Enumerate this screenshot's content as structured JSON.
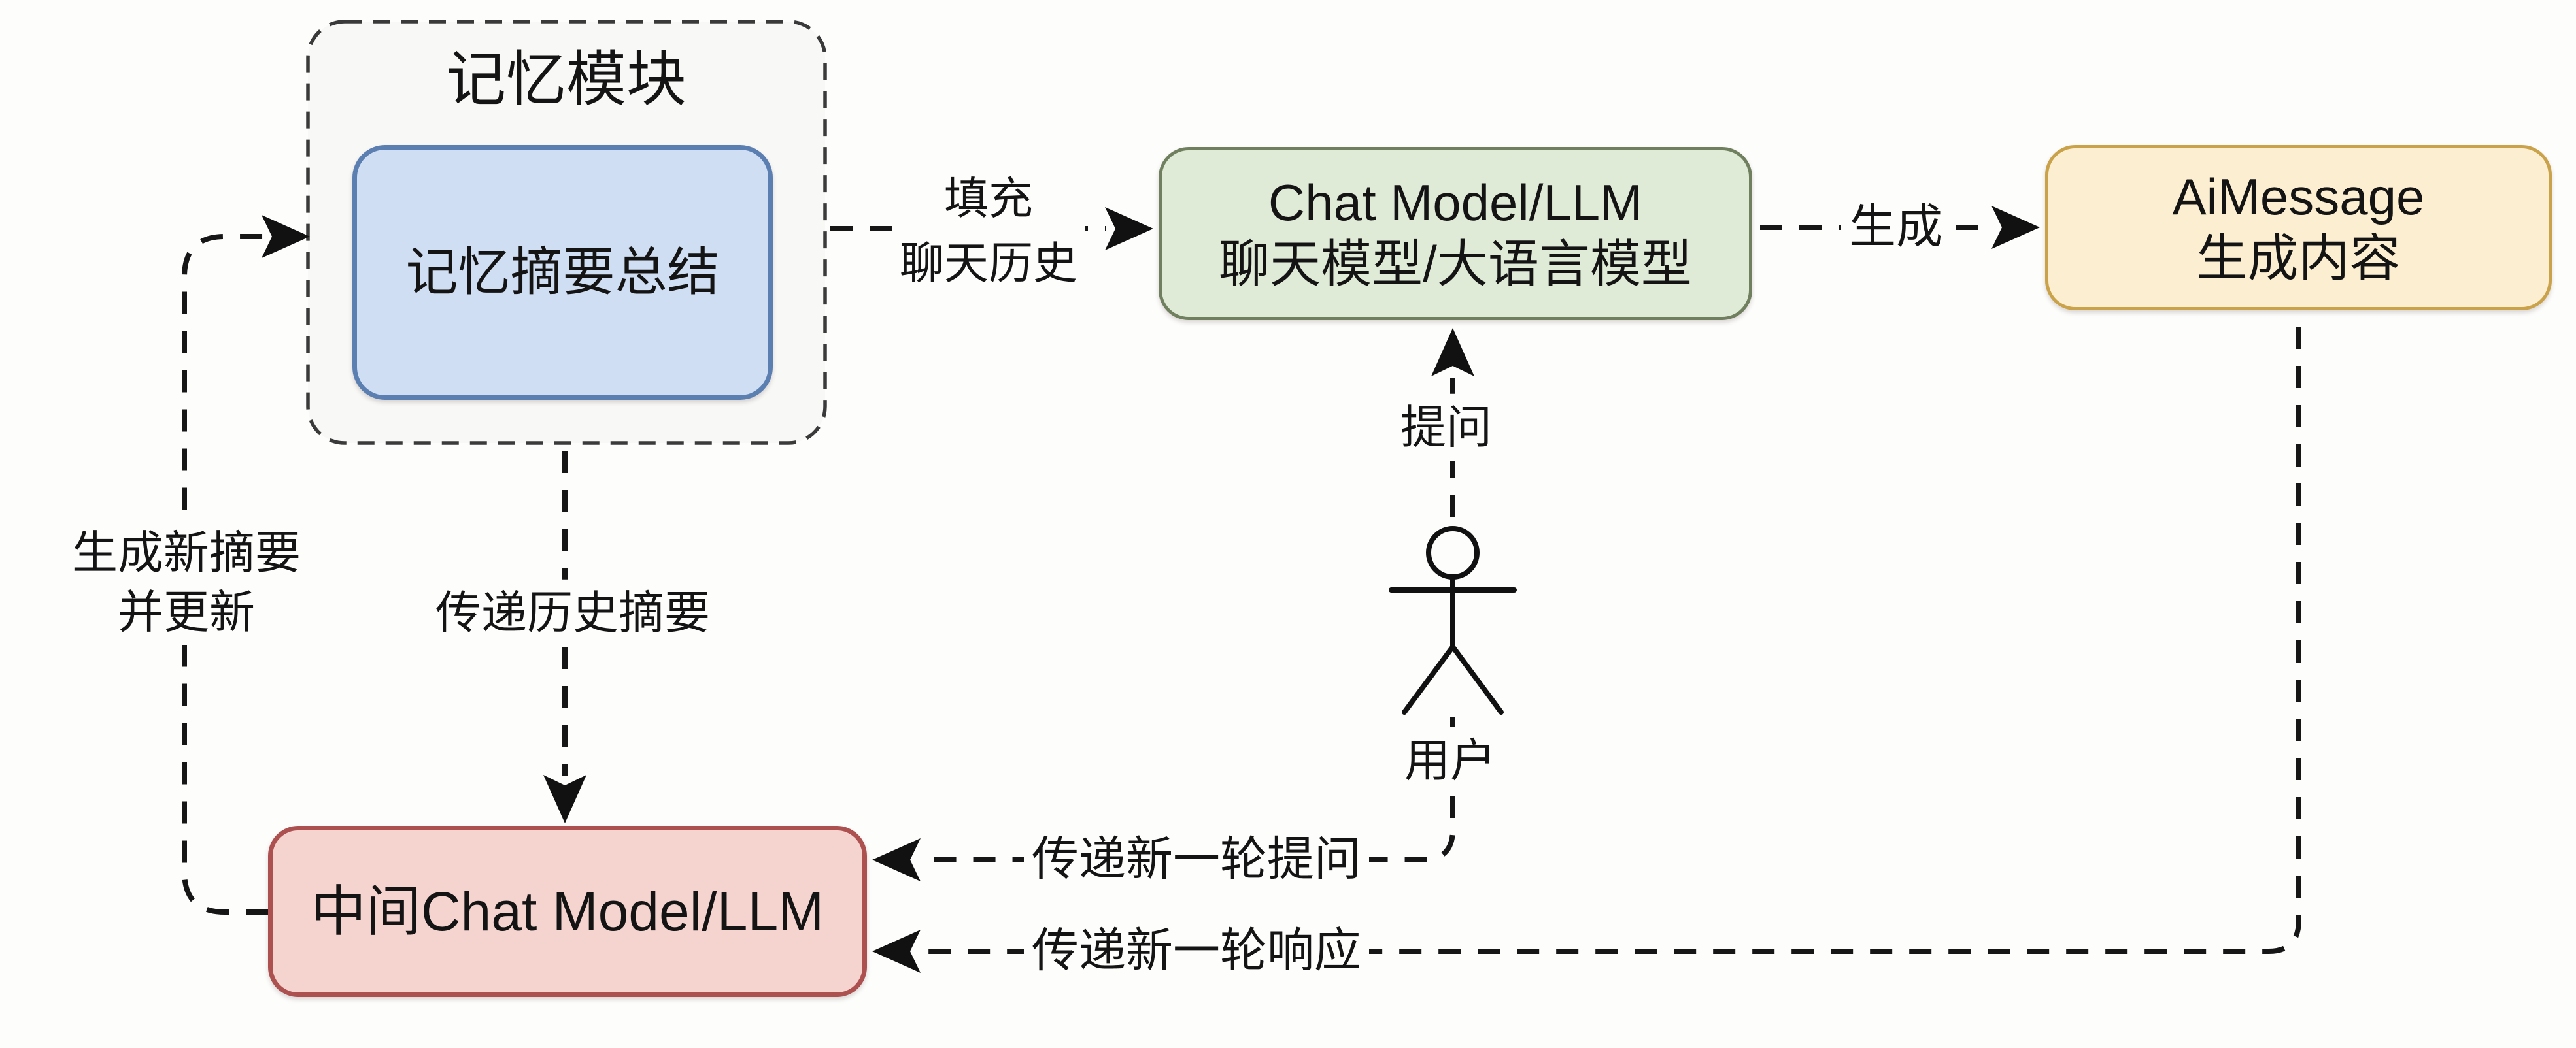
{
  "memory_module": {
    "title": "记忆模块",
    "summary_box_label": "记忆摘要总结"
  },
  "chat_model_box": {
    "line1": "Chat Model/LLM",
    "line2": "聊天模型/大语言模型"
  },
  "ai_message_box": {
    "line1": "AiMessage",
    "line2": "生成内容"
  },
  "intermediate_model_box": {
    "label": "中间Chat Model/LLM"
  },
  "user_actor": {
    "label": "用户"
  },
  "edge_labels": {
    "fill_chat_history": {
      "line1": "填充",
      "line2": "聊天历史"
    },
    "generate": "生成",
    "ask": "提问",
    "pass_history_summary": "传递历史摘要",
    "pass_new_round_question": "传递新一轮提问",
    "pass_new_round_response": "传递新一轮响应",
    "generate_new_summary": {
      "line1": "生成新摘要",
      "line2": "并更新"
    }
  },
  "colors": {
    "page_background": "#fdfdfc",
    "memory_container_fill": "#f8f8f6",
    "memory_container_border": "#3a3a3a",
    "summary_box_fill": "#cfdef2",
    "summary_box_border": "#5b7fb0",
    "chat_model_fill": "#dfead7",
    "chat_model_border": "#70805f",
    "ai_message_fill": "#fceed0",
    "ai_message_border": "#c9a24a",
    "intermediate_fill": "#f5d4d0",
    "intermediate_border": "#ac5150",
    "connector": "#161616",
    "text": "#141414"
  }
}
